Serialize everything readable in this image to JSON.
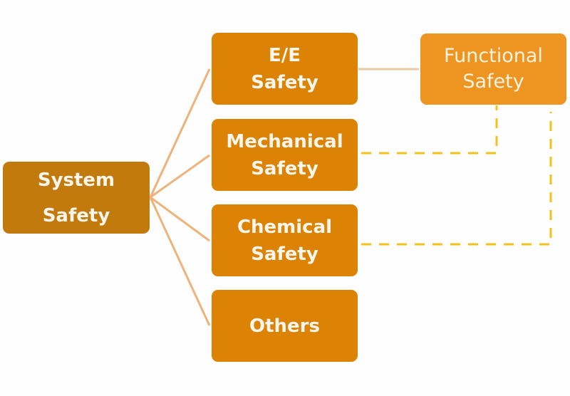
{
  "diagram": {
    "root": {
      "lines": [
        "System",
        "Safety"
      ]
    },
    "children": [
      {
        "lines": [
          "E/E",
          "Safety"
        ]
      },
      {
        "lines": [
          "Mechanical",
          "Safety"
        ]
      },
      {
        "lines": [
          "Chemical",
          "Safety"
        ]
      },
      {
        "lines": [
          "Others"
        ]
      }
    ],
    "functional": {
      "lines": [
        "Functional",
        "Safety"
      ]
    },
    "edges": [
      {
        "from": "System Safety",
        "to": "E/E Safety",
        "style": "solid"
      },
      {
        "from": "System Safety",
        "to": "Mechanical Safety",
        "style": "solid"
      },
      {
        "from": "System Safety",
        "to": "Chemical Safety",
        "style": "solid"
      },
      {
        "from": "System Safety",
        "to": "Others",
        "style": "solid"
      },
      {
        "from": "E/E Safety",
        "to": "Functional Safety",
        "style": "solid"
      },
      {
        "from": "Mechanical Safety",
        "to": "Functional Safety",
        "style": "dashed"
      },
      {
        "from": "Chemical Safety",
        "to": "Functional Safety",
        "style": "dashed"
      }
    ],
    "colors": {
      "root": "#c37a0c",
      "child": "#dc8205",
      "functional": "#ee9420",
      "solid_edge": "#eeb27a",
      "dashed_edge": "#f2c21a"
    }
  }
}
